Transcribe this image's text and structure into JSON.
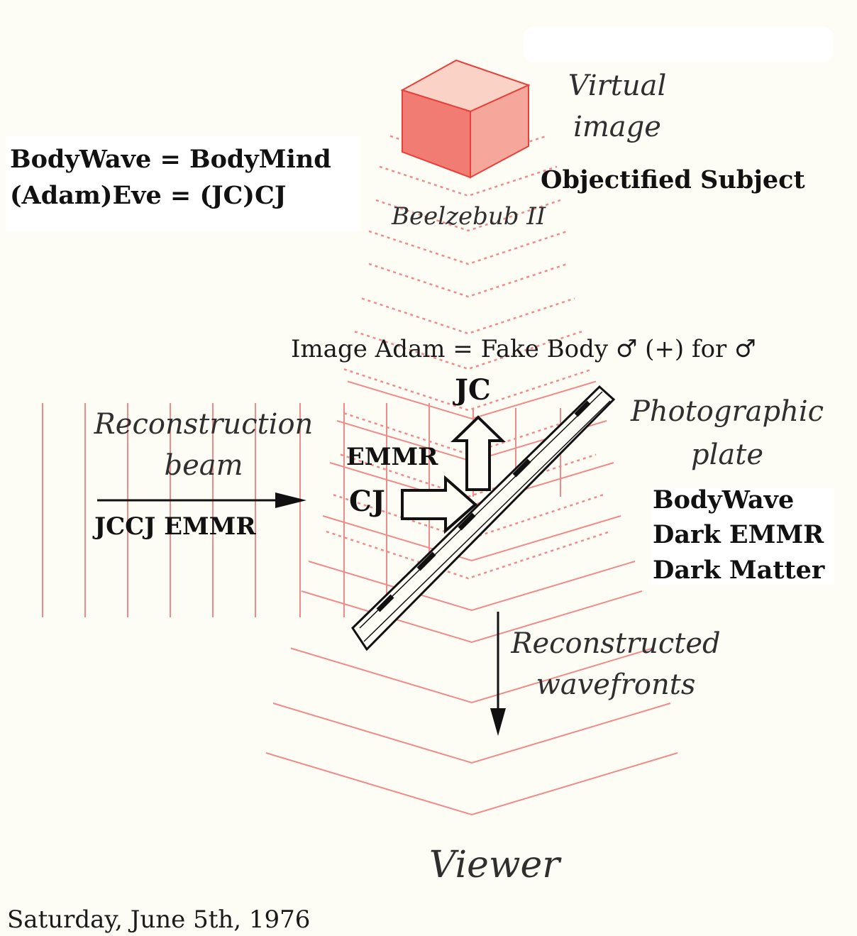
{
  "colors": {
    "background": "#fdfcf5",
    "wave_line": "#f08b8b",
    "cube_front": "#f07c74",
    "cube_side": "#f5a79b",
    "cube_top": "#fbd2c6",
    "cube_edge": "#e8403a",
    "arrow": "#111111"
  },
  "labels": {
    "equation_line1": "BodyWave = BodyMind",
    "equation_line2": "(Adam)Eve = (JC)CJ",
    "virtual_line1": "Virtual",
    "virtual_line2": "image",
    "objectified_subject": "Objectified Subject",
    "beelzebub": "Beelzebub II",
    "image_adam": "Image Adam = Fake Body ♂ (+) for ♂",
    "jc": "JC",
    "emmr": "EMMR",
    "cj": "CJ",
    "reconstruction_line1": "Reconstruction",
    "reconstruction_line2": "beam",
    "jccj_emmr": "JCCJ EMMR",
    "photographic_line1": "Photographic",
    "photographic_line2": "plate",
    "bodywave": "BodyWave",
    "dark_emmr": "Dark EMMR",
    "dark_matter": "Dark Matter",
    "reconstructed_line1": "Reconstructed",
    "reconstructed_line2": "wavefronts",
    "viewer": "Viewer",
    "date": "Saturday, June 5th, 1976"
  }
}
